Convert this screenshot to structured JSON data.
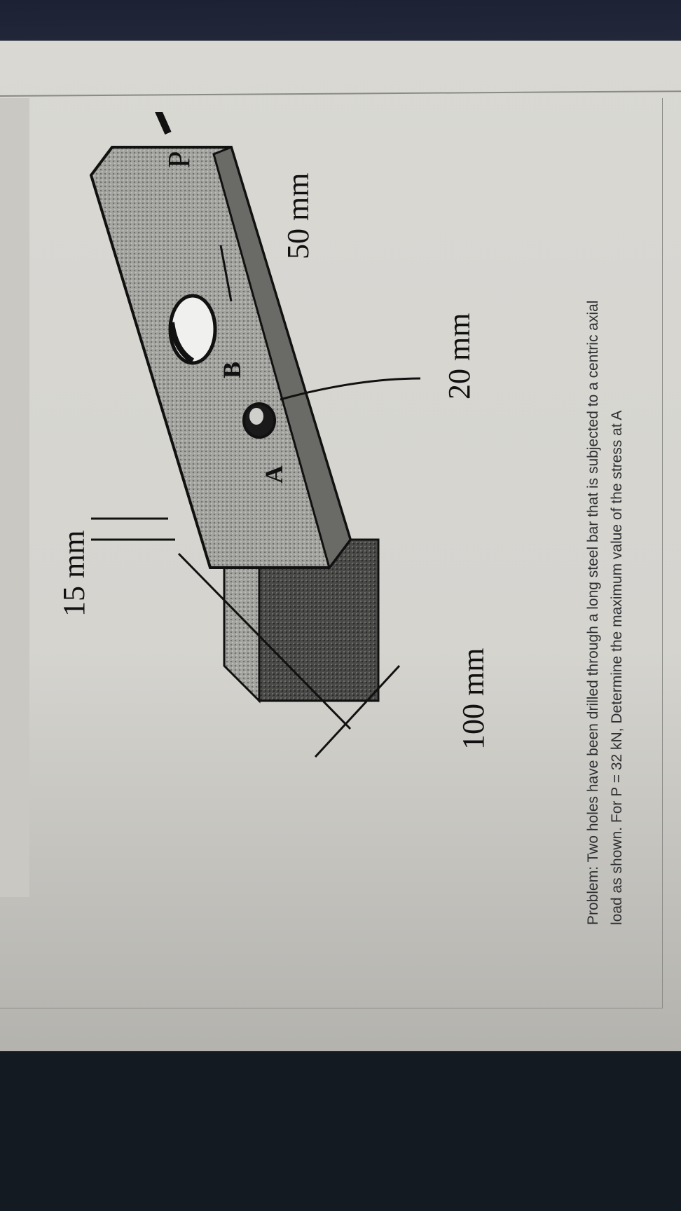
{
  "problem": {
    "text_line1": "Problem: Two holes have been drilled through a long steel bar that is subjected to a centric axial",
    "text_line2": "load as shown. For P = 32 kN, Determine the maximum value of the stress at A"
  },
  "figure": {
    "dimensions": {
      "thickness": "15 mm",
      "hole_a_diameter": "20 mm",
      "hole_b_diameter": "50 mm",
      "width": "100 mm"
    },
    "points": {
      "a": "A",
      "b": "B"
    },
    "load": "P"
  },
  "colors": {
    "screen": "#d7d6d1",
    "bezel": "#151a22",
    "text": "#2e2f33",
    "bar_fill": "#9a9a96"
  }
}
